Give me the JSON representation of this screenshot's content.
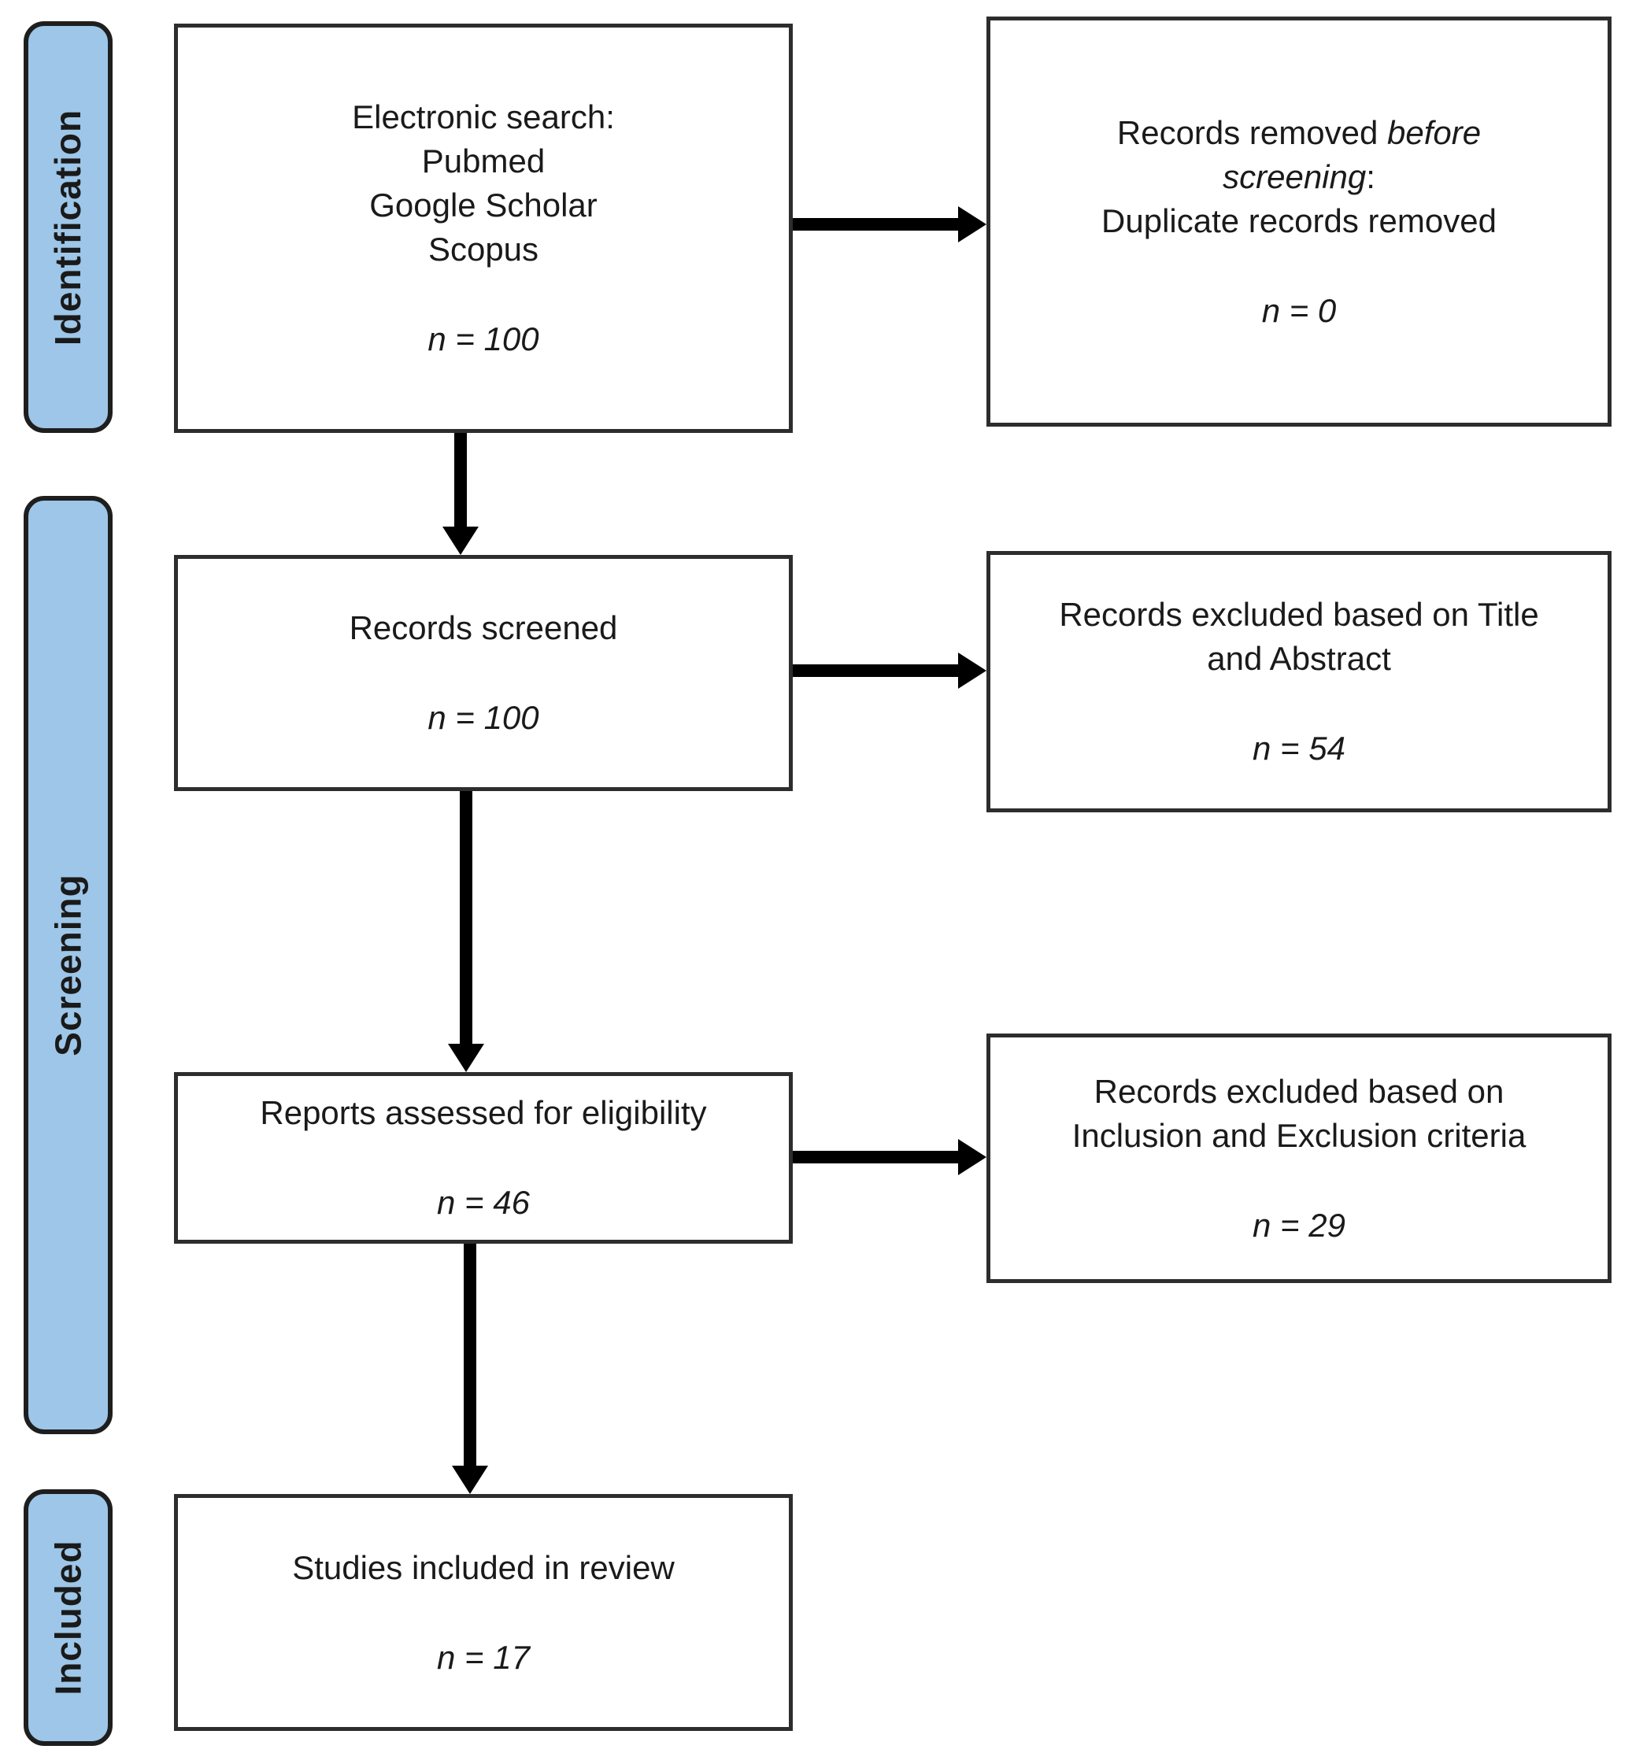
{
  "colors": {
    "background": "#FFFFFF",
    "sidebar_fill": "#9DC6E8",
    "sidebar_border": "#1E1E1E",
    "box_border": "#2D2D2D",
    "arrow": "#000000",
    "text": "#1A1A1A"
  },
  "stages": {
    "identification": "Identification",
    "screening": "Screening",
    "included": "Included"
  },
  "boxes": {
    "electronic_search": {
      "line1": "Electronic search:",
      "line2": "Pubmed",
      "line3": "Google Scholar",
      "line4": "Scopus",
      "count": "n = 100"
    },
    "records_screened": {
      "line1": "Records screened",
      "count": "n = 100"
    },
    "reports_assessed": {
      "line1": "Reports assessed for eligibility",
      "count": "n = 46"
    },
    "studies_included": {
      "line1": "Studies included in review",
      "count": "n = 17"
    },
    "removed_before_screening": {
      "line1_normal": "Records removed ",
      "line1_italic": "before",
      "line2_italic": "screening",
      "line2_suffix": ":",
      "line3": "Duplicate records removed",
      "count": "n = 0"
    },
    "excluded_title_abstract": {
      "line1": "Records excluded based on Title",
      "line2": "and Abstract",
      "count": "n = 54"
    },
    "excluded_criteria": {
      "line1": "Records excluded based on",
      "line2": "Inclusion and Exclusion criteria",
      "count": "n = 29"
    }
  }
}
